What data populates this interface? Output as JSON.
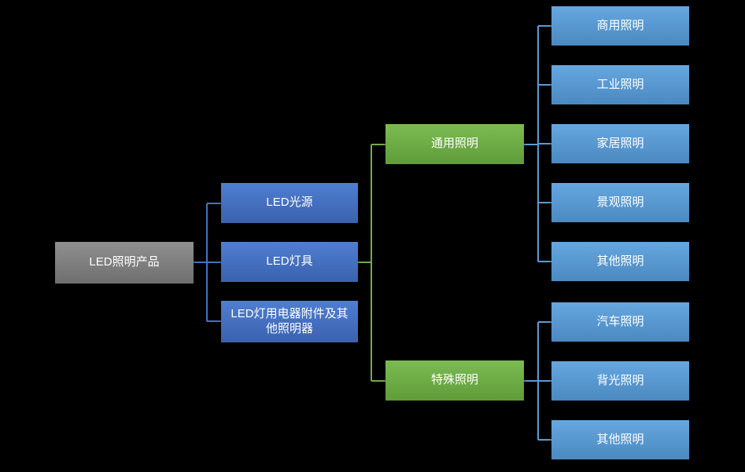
{
  "nodes": {
    "root": {
      "label": "LED照明产品"
    },
    "level2": [
      {
        "label": "LED光源"
      },
      {
        "label": "LED灯具"
      },
      {
        "label": "LED灯用电器附件及其他照明器"
      }
    ],
    "level3": [
      {
        "label": "通用照明"
      },
      {
        "label": "特殊照明"
      }
    ],
    "general_children": [
      {
        "label": "商用照明"
      },
      {
        "label": "工业照明"
      },
      {
        "label": "家居照明"
      },
      {
        "label": "景观照明"
      },
      {
        "label": "其他照明"
      }
    ],
    "special_children": [
      {
        "label": "汽车照明"
      },
      {
        "label": "背光照明"
      },
      {
        "label": "其他照明"
      }
    ]
  },
  "colors": {
    "background": "#000000",
    "root_node": "#7f7f7f",
    "level2_node": "#4472c4",
    "level3_node": "#70ad47",
    "leaf_node": "#5b9bd5",
    "connector_left": "#4472c4",
    "connector_middle": "#70ad47",
    "connector_right": "#5b9bd5",
    "text": "#ffffff"
  }
}
